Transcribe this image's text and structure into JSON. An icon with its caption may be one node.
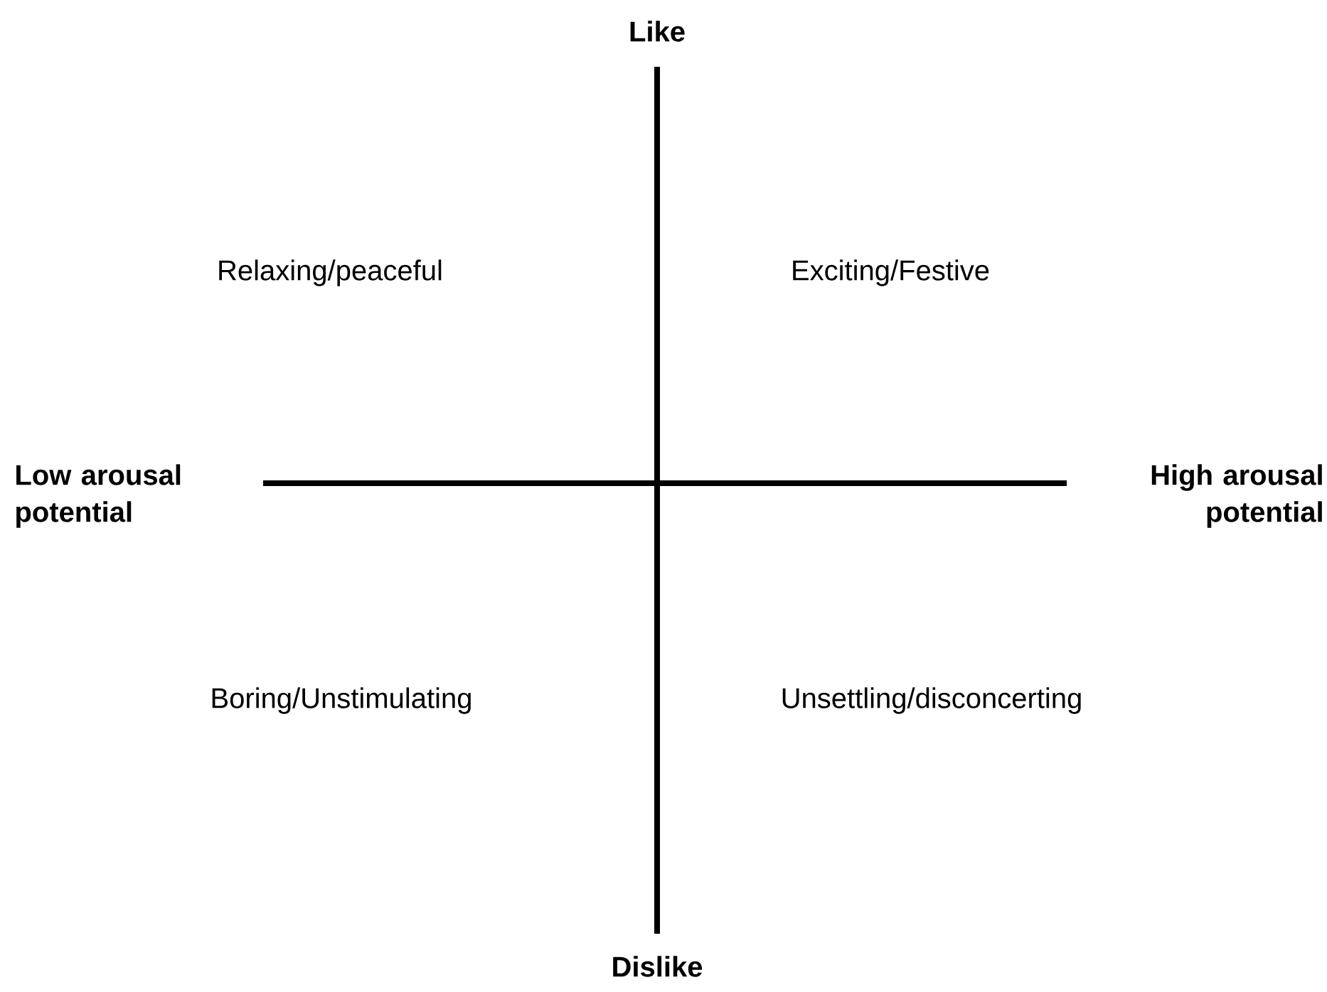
{
  "diagram": {
    "labels": [
      "Like",
      "Relaxing/peaceful",
      "Exciting/Festive",
      "Low arousal potential",
      "High arousal potential",
      "Boring/Unstimulating",
      "Unsettling/disconcerting",
      "Dislike"
    ]
  }
}
